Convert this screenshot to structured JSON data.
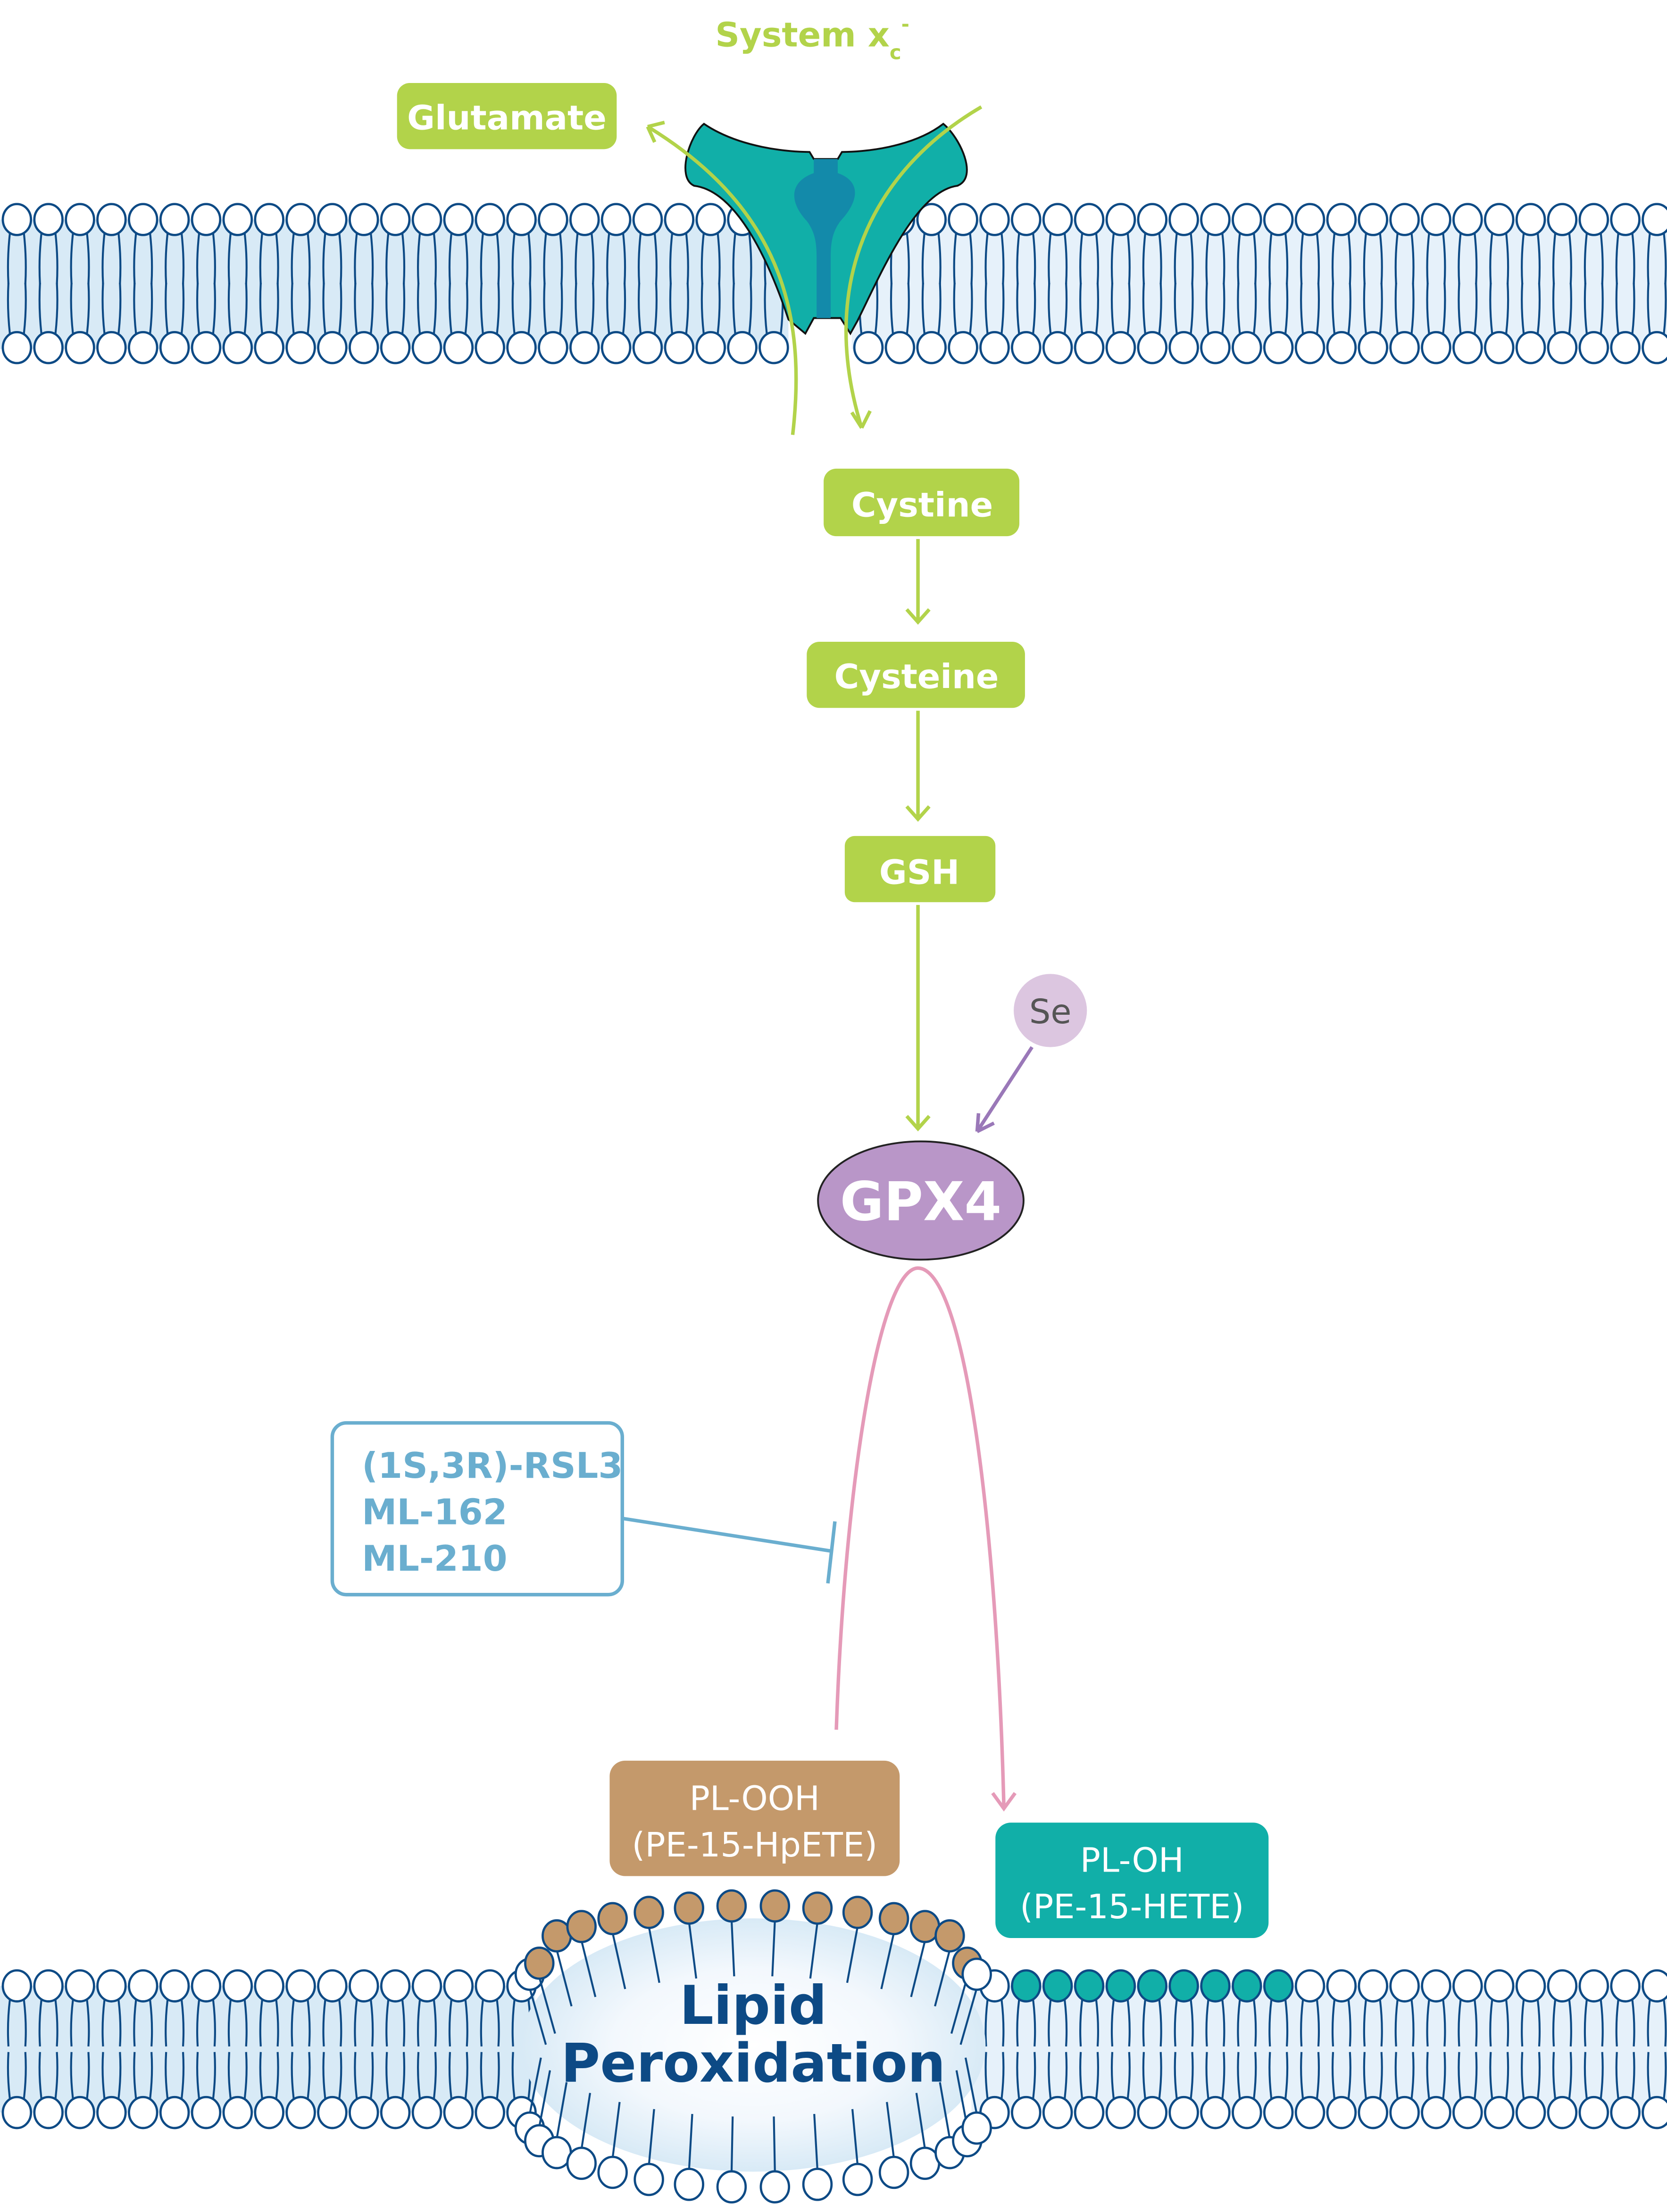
{
  "title": {
    "main": "System x",
    "sub": "c",
    "sup": "-"
  },
  "nodes": {
    "glutamate": "Glutamate",
    "cystine": "Cystine",
    "cysteine": "Cysteine",
    "gsh": "GSH",
    "se": "Se",
    "gpx4": "GPX4",
    "inhibitors": [
      "(1S,3R)-RSL3",
      "ML-162",
      "ML-210"
    ],
    "pl_ooh": [
      "PL-OOH",
      "(PE-15-HpETE)"
    ],
    "pl_oh": [
      "PL-OH",
      "(PE-15-HETE)"
    ],
    "lipid_peroxidation": [
      "Lipid",
      "Peroxidation"
    ]
  },
  "colors": {
    "green": "#b2d34a",
    "teal": "#11afa8",
    "channel": "#138aaa",
    "purple": "#b996c8",
    "se": "#dcc6e0",
    "pink": "#e59ab8",
    "inhibitor": "#6aaecf",
    "brown": "#c4996b",
    "membrane": "#0d4a85",
    "membrane_fill": "#d8eaf6"
  }
}
